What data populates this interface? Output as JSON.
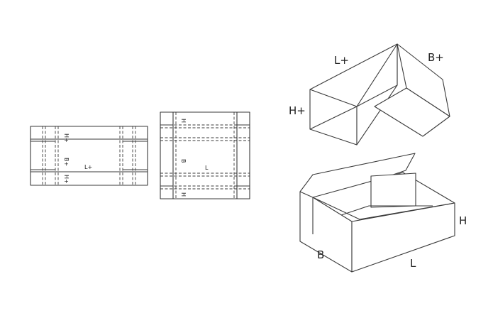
{
  "flat_lid": {
    "length": "L+",
    "breadth": "B+",
    "height_top": "H+",
    "height_bottom": "H+"
  },
  "flat_base": {
    "length": "L",
    "breadth": "B",
    "height_top": "H",
    "height_bottom": "H"
  },
  "lid_3d": {
    "length": "L+",
    "breadth": "B+",
    "height": "H+"
  },
  "base_3d": {
    "length": "L",
    "breadth": "B",
    "height": "H"
  }
}
